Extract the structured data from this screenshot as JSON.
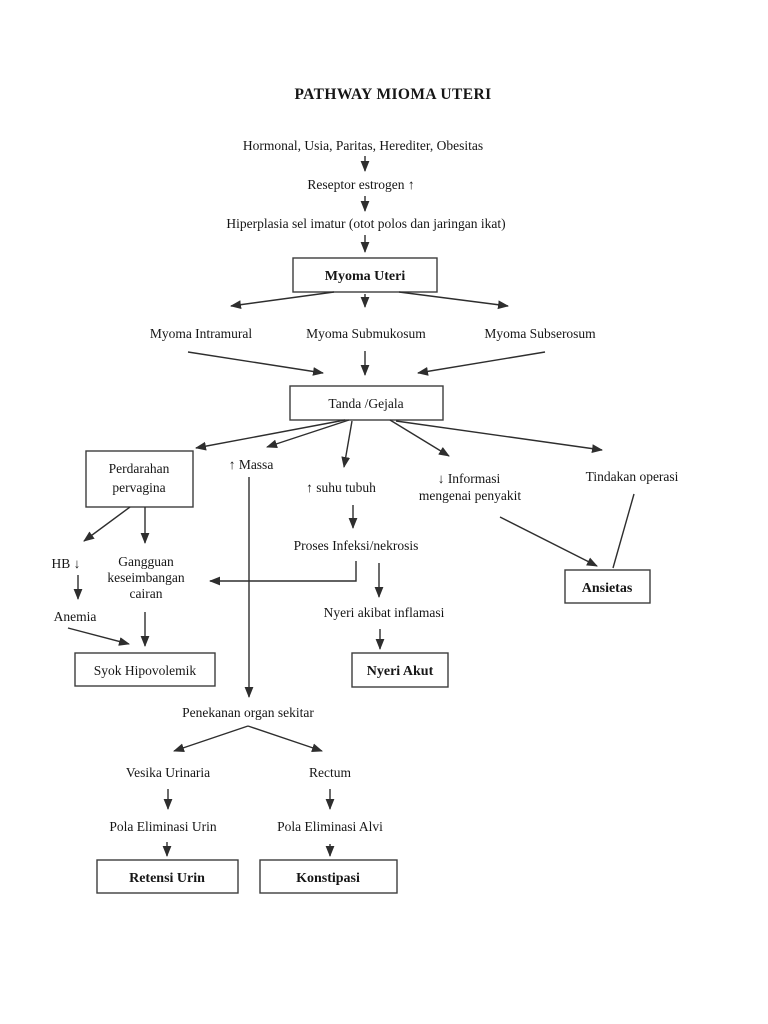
{
  "document": {
    "title": "PATHWAY MIOMA UTERI"
  },
  "nodes": {
    "causes": "Hormonal, Usia, Paritas, Herediter, Obesitas",
    "reseptor": "Reseptor estrogen ↑",
    "hiperplasia": "Hiperplasia sel imatur (otot polos dan jaringan ikat)",
    "myoma_uteri": "Myoma Uteri",
    "myoma_intramural": "Myoma Intramural",
    "myoma_submukosum": "Myoma Submukosum",
    "myoma_subserosum": "Myoma Subserosum",
    "tanda_gejala": "Tanda /Gejala",
    "perdarahan": {
      "line1": "Perdarahan",
      "line2": "pervagina"
    },
    "massa": "↑ Massa",
    "suhu_tubuh": "↑ suhu tubuh",
    "informasi": {
      "line1": "↓ Informasi",
      "line2": "mengenai penyakit"
    },
    "tindakan_operasi": "Tindakan operasi",
    "hb": "HB ↓",
    "gangguan": {
      "line1": "Gangguan",
      "line2": "keseimbangan",
      "line3": "cairan"
    },
    "anemia": "Anemia",
    "syok_hipovolemik": "Syok Hipovolemik",
    "proses_infeksi": "Proses Infeksi/nekrosis",
    "nyeri_inflamasi": "Nyeri akibat inflamasi",
    "nyeri_akut": "Nyeri Akut",
    "ansietas": "Ansietas",
    "penekanan": "Penekanan organ sekitar",
    "vesika_urinaria": "Vesika Urinaria",
    "rectum": "Rectum",
    "pola_eliminasi_urin": "Pola Eliminasi Urin",
    "pola_eliminasi_alvi": "Pola Eliminasi Alvi",
    "retensi_urin": "Retensi Urin",
    "konstipasi": "Konstipasi"
  },
  "colors": {
    "page_background": "#ffffff",
    "line": "#2e2e2e",
    "box_border": "#3d3d3d",
    "text": "#161616"
  }
}
